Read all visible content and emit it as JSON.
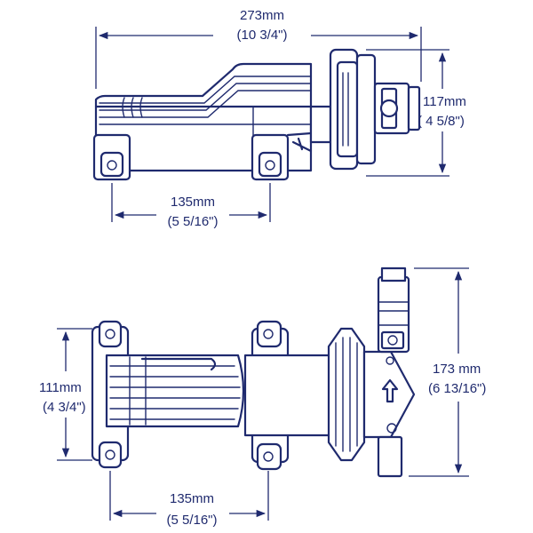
{
  "colors": {
    "line": "#1f2a6e",
    "background": "#ffffff"
  },
  "side_view": {
    "overall_length": {
      "metric": "273mm",
      "imperial": "(10 3/4\")"
    },
    "height": {
      "metric": "117mm",
      "imperial": "( 4 5/8\")"
    },
    "mount_spacing": {
      "metric": "135mm",
      "imperial": "(5 5/16\")"
    }
  },
  "top_view": {
    "width": {
      "metric": "111mm",
      "imperial": "(4 3/4\")"
    },
    "port_span": {
      "metric": "173 mm",
      "imperial": "(6 13/16\")"
    },
    "mount_spacing": {
      "metric": "135mm",
      "imperial": "(5 5/16\")"
    },
    "flow_arrow_icon": "up-arrow-icon"
  }
}
